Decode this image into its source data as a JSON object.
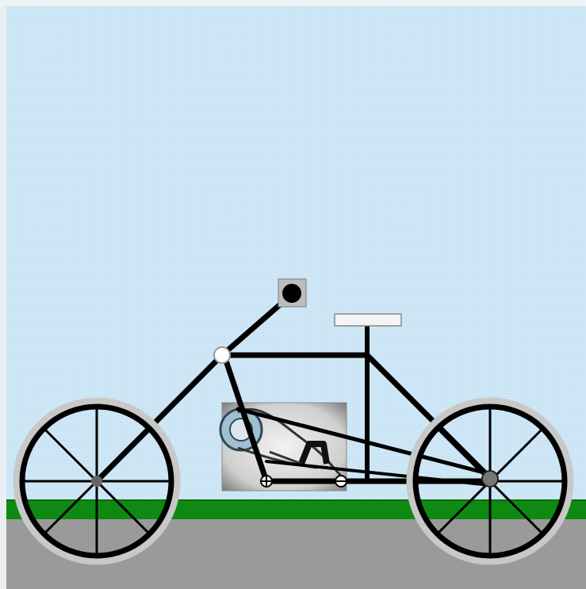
{
  "scene": {
    "colors": {
      "sky": "#cde6f5",
      "grass": "#0e8a12",
      "road": "#9a9a9a",
      "frame": "#000000",
      "tire": "#c8c8c8",
      "seat": "#f0f0f0",
      "gear_box_bg": "#d9d9d9"
    },
    "objects": {
      "front_wheel": "wheel",
      "rear_wheel": "wheel",
      "frame": "bicycle-frame",
      "seat": "saddle",
      "handlebar_knob": "handlebar-grip",
      "drivetrain_photo": "pedal-crank-gear-photo"
    }
  }
}
